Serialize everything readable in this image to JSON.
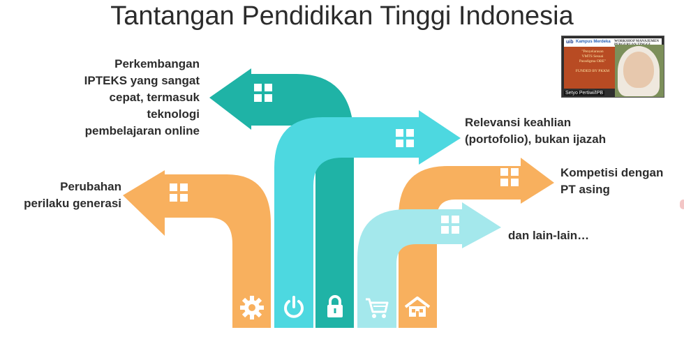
{
  "title": "Tantangan Pendidikan Tinggi Indonesia",
  "labels": {
    "ipteks": [
      "Perkembangan",
      "IPTEKS yang sangat",
      "cepat, termasuk",
      "teknologi",
      "pembelajaran online"
    ],
    "perilaku": [
      "Perubahan",
      "perilaku generasi"
    ],
    "relevansi": [
      "Relevansi keahlian",
      "(portofolio), bukan ijazah"
    ],
    "kompetisi": [
      "Kompetisi dengan",
      "PT asing"
    ],
    "lainlain": [
      "dan lain-lain…"
    ]
  },
  "icons": {
    "bottom": [
      "gear-icon",
      "power-icon",
      "lock-icon",
      "cart-icon",
      "house-icon"
    ],
    "arrow": "window-icon"
  },
  "colors": {
    "orange": "#F8B05E",
    "teal_dark": "#1FB3A6",
    "cyan": "#4DD8E0",
    "light_cyan": "#A4E8EC",
    "icon": "#ffffff",
    "text": "#2d2d2d"
  },
  "webcam": {
    "brand_left": "uib",
    "brand_mid": "Kampus Merdeka",
    "brand_right": "WORKSHOP MANAJEMEN PERGURUAN TINGGI",
    "slide_lines": [
      "\"Penyelarasan",
      "VMTS Sesuai",
      "Paradigma OBE\"",
      "",
      "FUNDED BY PKKM"
    ],
    "name": "Setyo Pertiwi/IPB"
  }
}
